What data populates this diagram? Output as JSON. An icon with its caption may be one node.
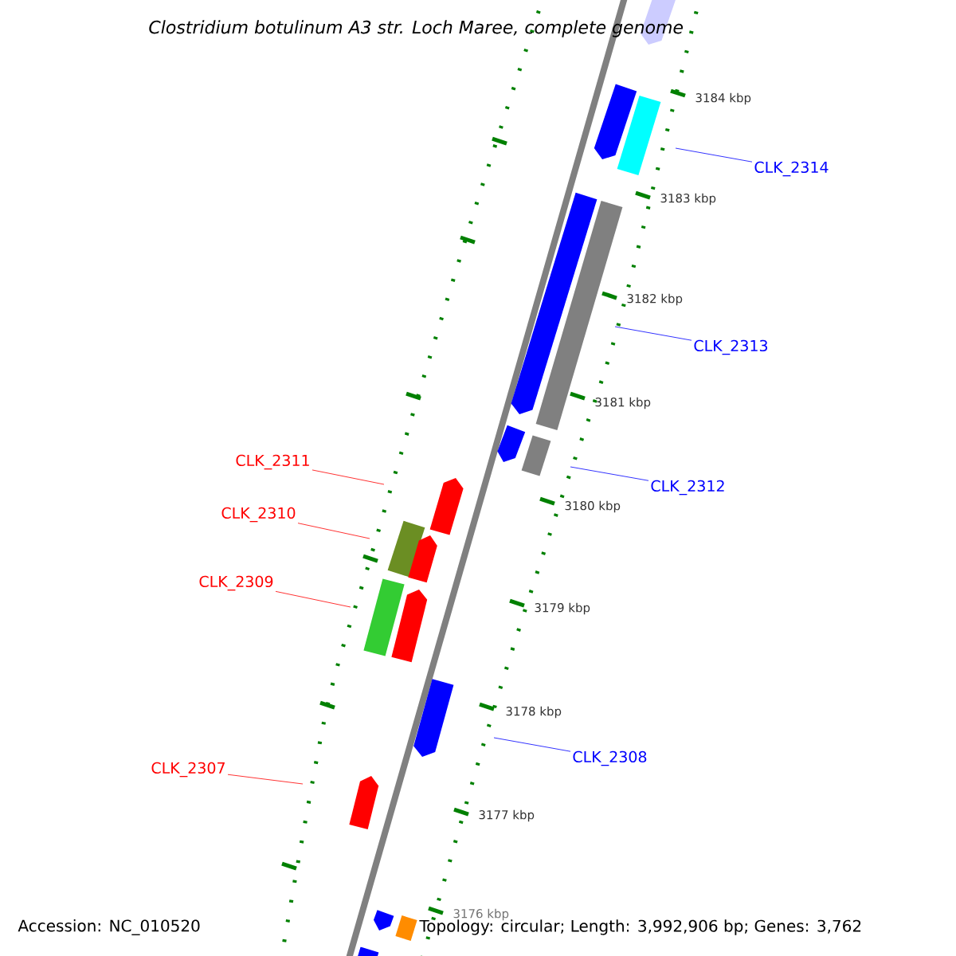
{
  "diagram": {
    "title": "Clostridium botulinum A3 str. Loch Maree, complete genome",
    "nodes": [
      {
        "text": [
          "CLK_2314"
        ]
      },
      {
        "text": [
          "CLK_2313"
        ]
      },
      {
        "text": [
          "CLK_2311"
        ]
      },
      {
        "text": [
          "CLK_2312"
        ]
      },
      {
        "text": [
          "CLK_2310"
        ]
      },
      {
        "text": [
          "CLK_2309"
        ]
      },
      {
        "text": [
          "CLK_2308"
        ]
      },
      {
        "text": [
          "CLK_2307"
        ]
      }
    ],
    "edges": [
      {
        "from": 0,
        "to": null,
        "arrow": "none",
        "color": "#0000ff"
      },
      {
        "from": 1,
        "to": null,
        "arrow": "none",
        "color": "#0000ff"
      },
      {
        "from": 2,
        "to": null,
        "arrow": "none",
        "color": "#ff0000"
      },
      {
        "from": 3,
        "to": null,
        "arrow": "none",
        "color": "#0000ff"
      },
      {
        "from": 4,
        "to": null,
        "arrow": "none",
        "color": "#ff0000"
      },
      {
        "from": 5,
        "to": null,
        "arrow": "none",
        "color": "#ff0000"
      },
      {
        "from": 6,
        "to": null,
        "arrow": "none",
        "color": "#0000ff"
      },
      {
        "from": 7,
        "to": null,
        "arrow": "none",
        "color": "#ff0000"
      }
    ],
    "labels": [
      "3184 kbp",
      "3183 kbp",
      "3182 kbp",
      "3181 kbp",
      "3180 kbp",
      "3179 kbp",
      "3178 kbp",
      "3177 kbp",
      "3176 kbp",
      "Accession: NC_010520",
      "Topology: circular; Length: 3,992,906 bp; Genes: 3,762"
    ]
  }
}
